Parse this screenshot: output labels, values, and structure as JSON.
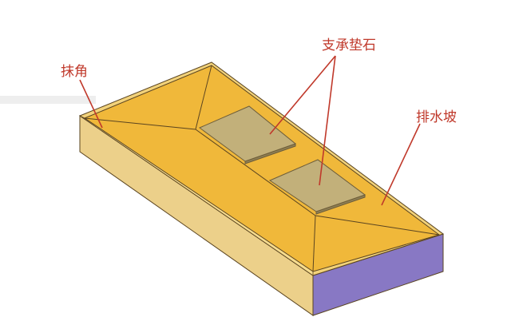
{
  "labels": {
    "chamfer": "抹角",
    "bearing_pad": "支承垫石",
    "drainage_slope": "排水坡"
  },
  "colors": {
    "top_face": "#f0b83a",
    "top_face_dark": "#e9ad2e",
    "side_face": "#ecd08a",
    "end_face": "#8878c4",
    "pad_fill": "#c2b07a",
    "pad_edge": "#6d5d3a",
    "edge_line": "#5a4420",
    "callout": "#c0392b",
    "background": "#ffffff",
    "scan_strip": "#eeeeee"
  }
}
